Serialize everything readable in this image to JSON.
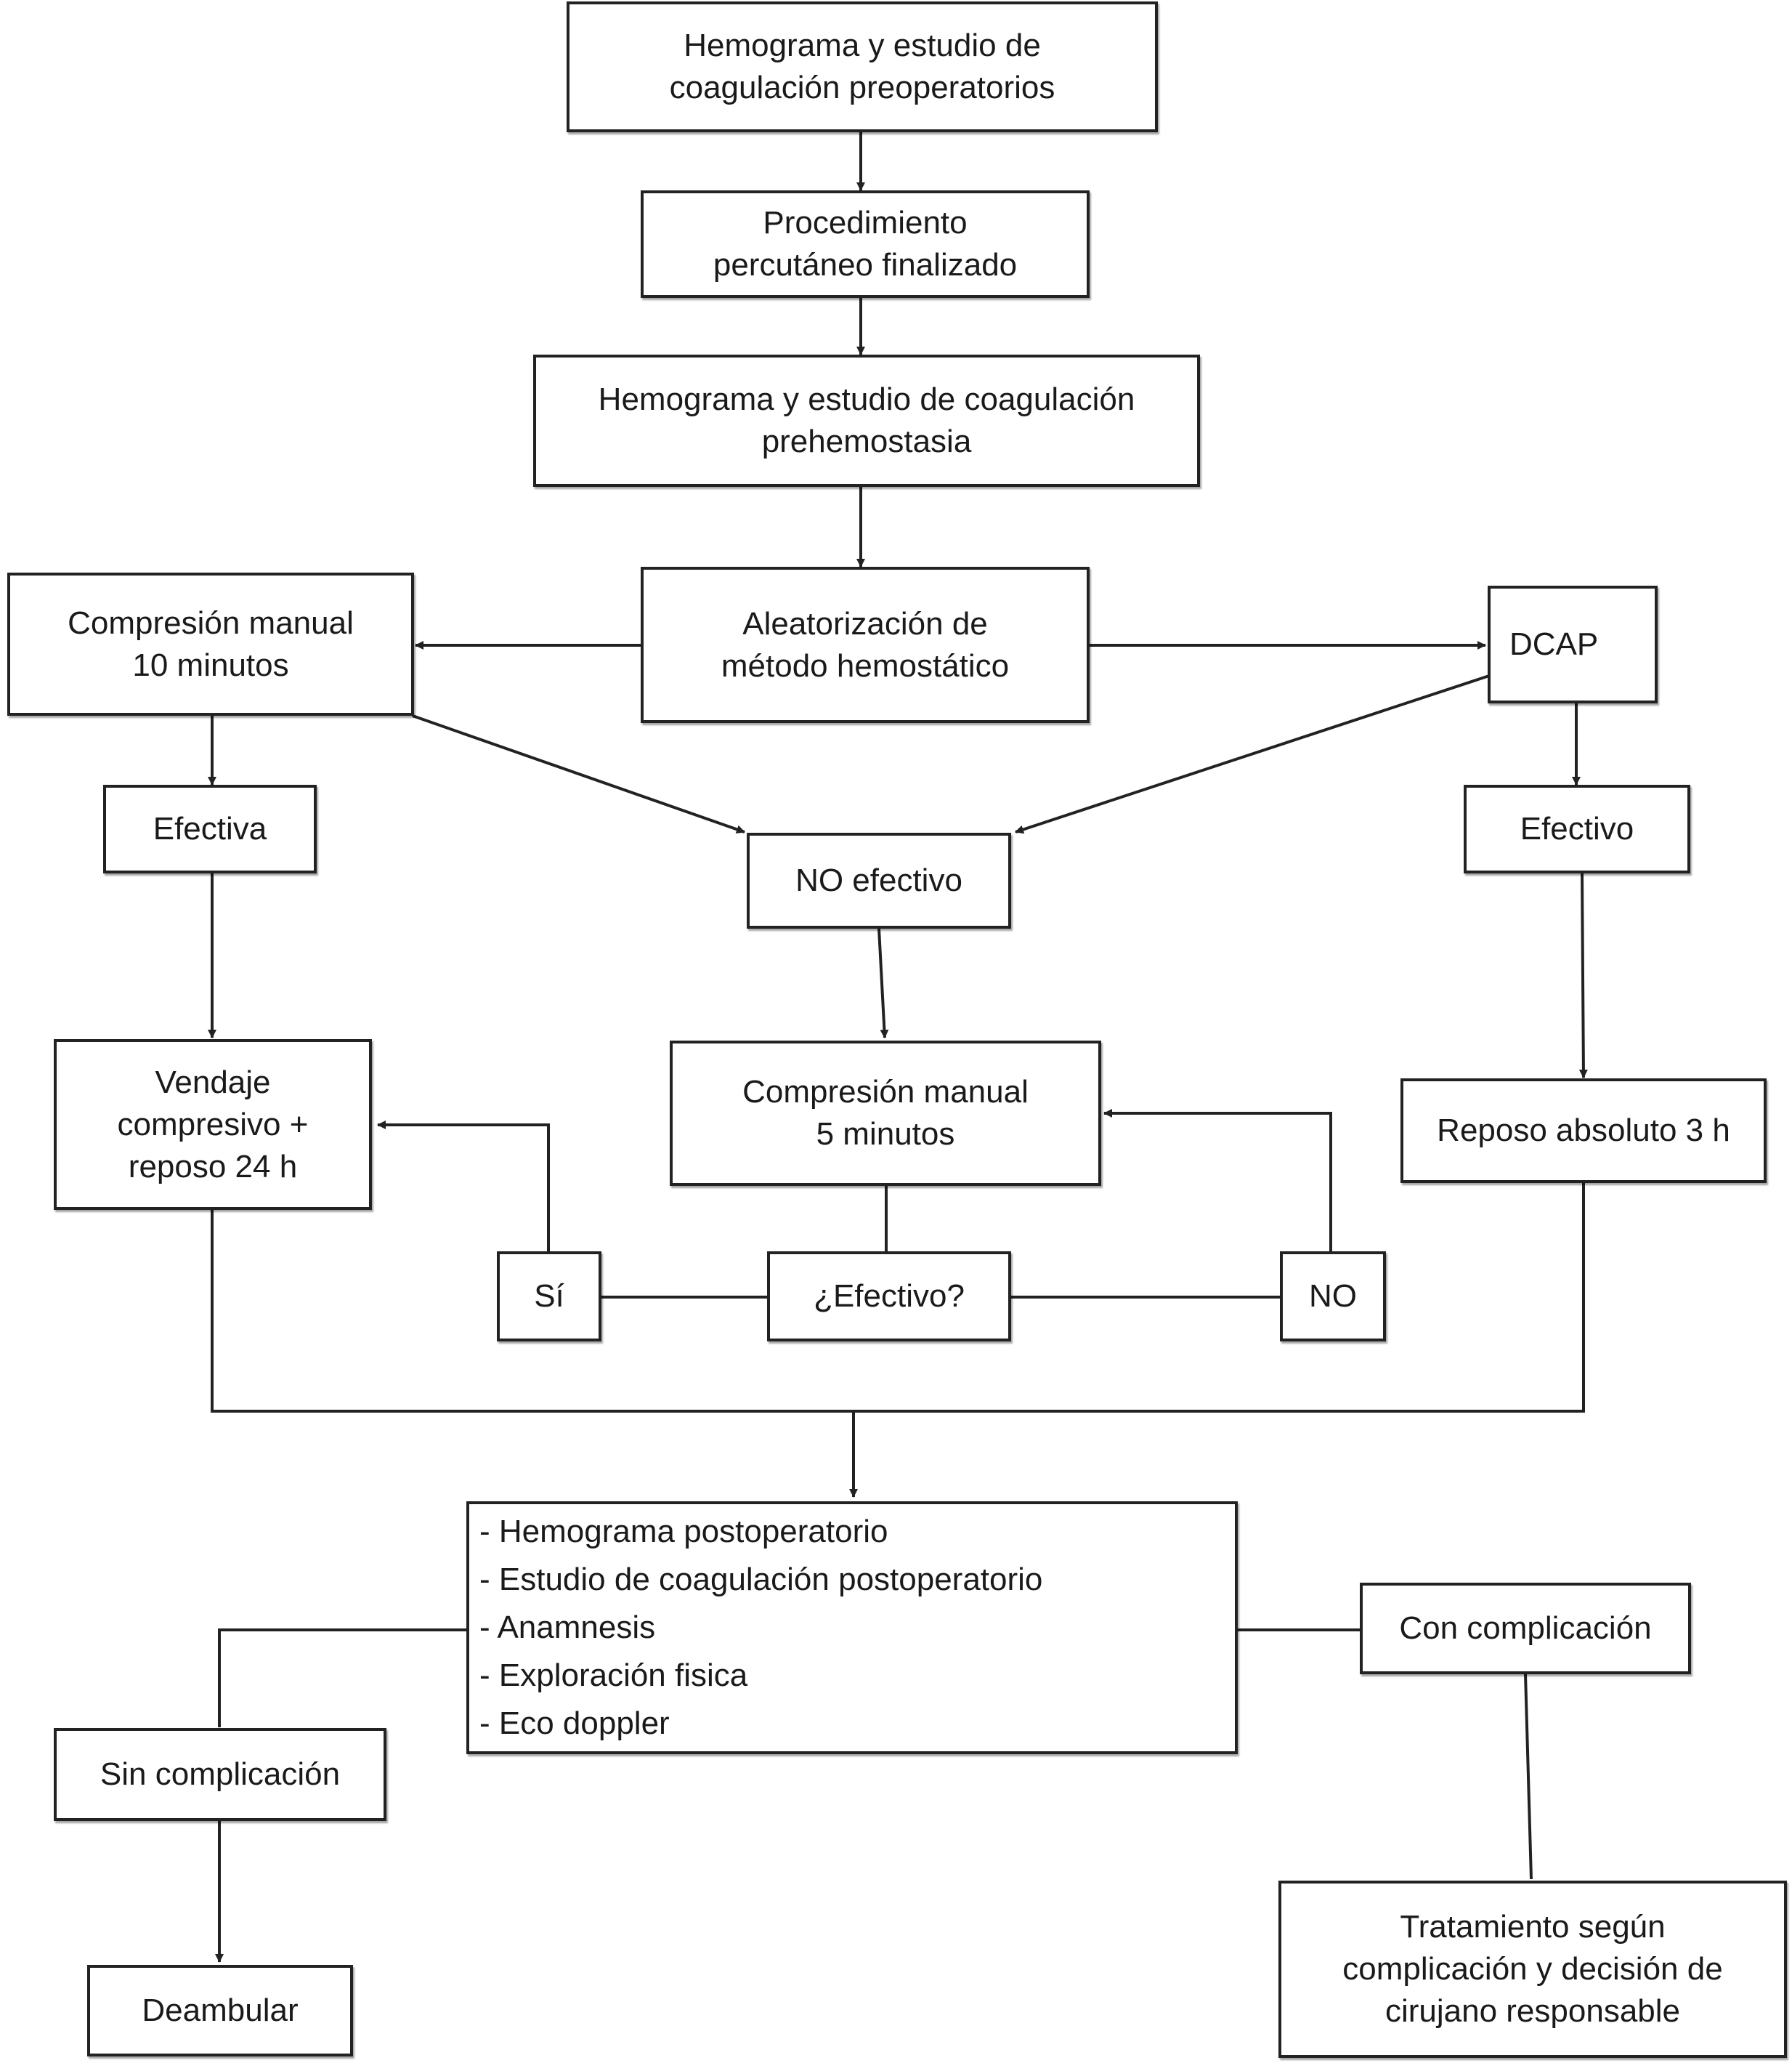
{
  "nodes": {
    "hemograma_preop": [
      "Hemograma y estudio de",
      "coagulación preoperatorios"
    ],
    "procedimiento": [
      "Procedimiento",
      "percutáneo finalizado"
    ],
    "hemograma_prehemo": [
      "Hemograma y estudio de coagulación",
      "prehemostasia"
    ],
    "aleatorizacion": [
      "Aleatorización de",
      "método hemostático"
    ],
    "compresion_10": [
      "Compresión manual",
      "10 minutos"
    ],
    "dcap": [
      "DCAP"
    ],
    "efectiva": [
      "Efectiva"
    ],
    "no_efectivo": [
      "NO efectivo"
    ],
    "efectivo": [
      "Efectivo"
    ],
    "vendaje": [
      "Vendaje",
      "compresivo +",
      "reposo 24 h"
    ],
    "compresion_5": [
      "Compresión manual",
      "5 minutos"
    ],
    "reposo": [
      "Reposo absoluto 3 h"
    ],
    "si": [
      "Sí"
    ],
    "efectivo_q": [
      "¿Efectivo?"
    ],
    "no": [
      "NO"
    ],
    "postop": [
      "- Hemograma postoperatorio",
      "- Estudio de coagulación postoperatorio",
      "- Anamnesis",
      "- Exploración fisica",
      "- Eco doppler"
    ],
    "sin_compl": [
      "Sin complicación"
    ],
    "con_compl": [
      "Con complicación"
    ],
    "deambular": [
      "Deambular"
    ],
    "tratamiento": [
      "Tratamiento según",
      "complicación y decisión de",
      "cirujano responsable"
    ]
  },
  "colors": {
    "line": "#222222",
    "box_border": "#222222",
    "background": "#ffffff"
  }
}
